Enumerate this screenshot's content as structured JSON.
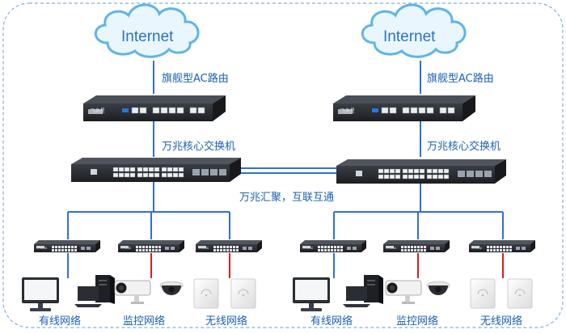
{
  "colors": {
    "border": "#7fb0e0",
    "link_blue": "#2f6fd8",
    "link_red": "#d61f1f",
    "cloud_stroke": "#5fb4e8",
    "cloud_fill": "#e9f6fd",
    "text_blue": "#1a5fb4",
    "device_dark": "#2b2f36"
  },
  "left": {
    "internet": "Internet",
    "router_label": "旗舰型AC路由",
    "router_brand": "飞鱼星",
    "core_switch_label": "万兆核心交换机",
    "access_switch_brand": "TP-LINK",
    "groups": [
      "有线网络",
      "监控网络",
      "无线网络"
    ]
  },
  "right": {
    "internet": "Internet",
    "router_label": "旗舰型AC路由",
    "router_brand": "飞鱼星",
    "core_switch_label": "万兆核心交换机",
    "access_switch_brand": "TP-LINK",
    "groups": [
      "有线网络",
      "监控网络",
      "无线网络"
    ]
  },
  "interconnect_label": "万兆汇聚，互联互通",
  "icons": [
    "internet-cloud-icon",
    "router-icon",
    "core-switch-icon",
    "access-switch-icon",
    "monitor-icon",
    "pc-tower-icon",
    "bullet-camera-icon",
    "dome-camera-icon",
    "access-point-icon"
  ]
}
